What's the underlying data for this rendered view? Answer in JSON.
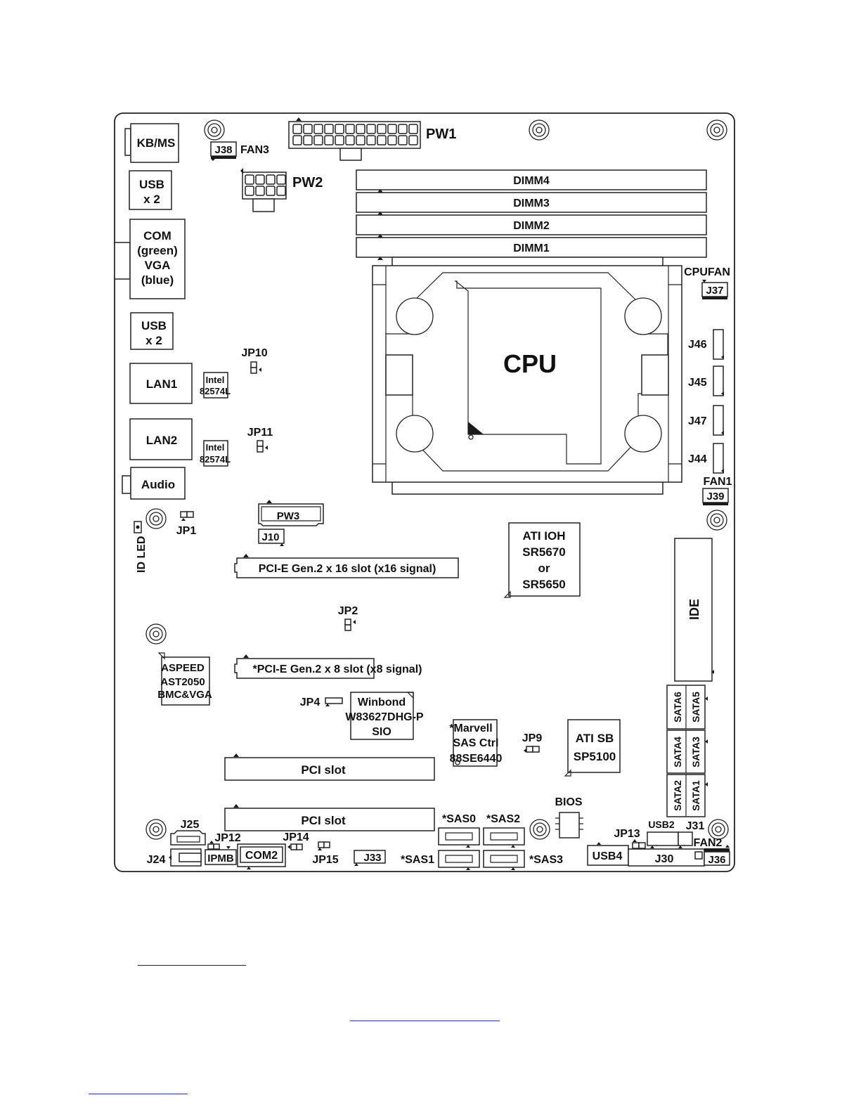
{
  "board": {
    "connectors": {
      "kbms": "KB/MS",
      "usb_top": [
        "USB",
        "x 2"
      ],
      "com_vga": [
        "COM",
        "(green)",
        "VGA",
        "(blue)"
      ],
      "usb_mid": [
        "USB",
        "x 2"
      ],
      "lan1": "LAN1",
      "lan2": "LAN2",
      "audio": "Audio",
      "id_led": "ID LED",
      "j38": "J38",
      "fan3": "FAN3",
      "pw1": "PW1",
      "pw2": "PW2",
      "pw3": "PW3",
      "j10": "J10",
      "cpufan": "CPUFAN",
      "j37": "J37",
      "j46": "J46",
      "j45": "J45",
      "j47": "J47",
      "j44": "J44",
      "fan1": "FAN1",
      "j39": "J39",
      "ide": "IDE",
      "sata6": "SATA6",
      "sata5": "SATA5",
      "sata4": "SATA4",
      "sata3": "SATA3",
      "sata2": "SATA2",
      "sata1": "SATA1",
      "bios": "BIOS",
      "usb2": "USB2",
      "j31": "J31",
      "fan2": "FAN2",
      "j36": "J36",
      "j30": "J30",
      "usb4": "USB4",
      "jp13": "JP13",
      "sas0": "*SAS0",
      "sas2": "*SAS2",
      "sas1": "*SAS1",
      "sas3": "*SAS3",
      "j25": "J25",
      "j24": "J24",
      "jp12": "JP12",
      "ipmb": "IPMB",
      "com2": "COM2",
      "jp14": "JP14",
      "jp15": "JP15",
      "j33": "J33"
    },
    "memory": [
      "DIMM4",
      "DIMM3",
      "DIMM2",
      "DIMM1"
    ],
    "cpu": "CPU",
    "chips": {
      "intel1": [
        "Intel",
        "82574L"
      ],
      "intel2": [
        "Intel",
        "82574L"
      ],
      "ioh": [
        "ATI IOH",
        "SR5670",
        "or",
        "SR5650"
      ],
      "aspeed": [
        "ASPEED",
        "AST2050",
        "BMC&VGA"
      ],
      "winbond": [
        "Winbond",
        "W83627DHG-P",
        "SIO"
      ],
      "marvell": [
        "*Marvell",
        "SAS Ctrl",
        "88SE6440"
      ],
      "atisb": [
        "ATI SB",
        "SP5100"
      ]
    },
    "slots": {
      "pcie16": "PCI-E Gen.2 x 16 slot (x16 signal)",
      "pcie8": "*PCI-E Gen.2 x 8 slot (x8 signal)",
      "pci1": "PCI slot",
      "pci2": "PCI slot"
    },
    "jumpers": {
      "jp10": "JP10",
      "jp11": "JP11",
      "jp1": "JP1",
      "jp2": "JP2",
      "jp4": "JP4",
      "jp9": "JP9"
    }
  }
}
